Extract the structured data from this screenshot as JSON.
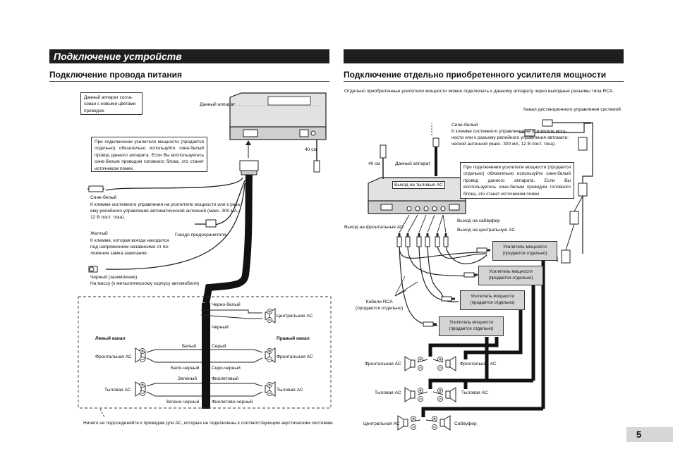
{
  "left": {
    "section_title": "Подключение устройств",
    "subtitle": "Подключение провода питания",
    "note_colors": "Данный аппарат согла-\nсован с новыми цветами\nпроводов.",
    "unit_label": "Данный аппарат",
    "cm40": "40 см",
    "note_amp": "При подключении усилителя мощности (продается отдельно) обязательно используйте сине-белый провод данного аппарата. Если Вы воспользуетесь сине-белым проводом головного блока, это станет источником помех.",
    "blue_white_title": "Сине-белый",
    "blue_white_text": "К клемме системного управления на усилителе мощности или к разъ-\nему релейного управления автоматической антенной (макс. 300 мА,\n12 В пост. тока).",
    "fuse_label": "Гнездо предохранителя",
    "yellow_title": "Желтый",
    "yellow_text": "К клемме, которая всегда находится\nпод напряжением независимо от по-\nложения замка зажигания.",
    "ground_title": "Черный (заземление)",
    "ground_text": "На массу (к металлическому корпусу автомобиля)",
    "wires": {
      "black_white": "Черно-белый",
      "black": "Черный",
      "white": "Белый",
      "gray": "Серый",
      "white_black": "Бело-черный",
      "gray_black": "Серо-черный",
      "green": "Зеленый",
      "violet": "Фиолетовый",
      "green_black": "Зелено-черный",
      "violet_black": "Фиолетово-черный"
    },
    "speakers": {
      "center": "Центральная АС",
      "left_channel": "Левый канал",
      "right_channel": "Правый канал",
      "front_left": "Фронтальная АС",
      "front_right": "Фронтальная АС",
      "rear_left": "Тыловая АС",
      "rear_right": "Тыловая АС"
    },
    "footer_note": "Ничего не подсоединяйте к проводам для АС, которые не подключены к соответствующим акустическим системам."
  },
  "right": {
    "subtitle": "Подключение отдельно приобретенного усилителя мощности",
    "intro": "Отдельно приобретенные усилители мощности можно подключать к данному аппарату через выходные разъемы типа RCA.",
    "remote_channel": "Канал дистанционного управления системой",
    "blue_white_title": "Сине-белый",
    "blue_white_text": "К клемме системного управления на усилителе мощ-\nности или к разъему релейного управления автомати-\nческой антенной (макс. 300 мА, 12 В пост. тока).",
    "cm40": "40 см",
    "unit_label": "Данный аппарат",
    "rear_out": "Выход на тыловые АС",
    "note_amp": "При подключении усилителя мощности (продается отдельно) обязательно используйте сине-белый провод данного аппарата. Если Вы воспользуетесь сине-белым проводом головного блока, это станет источником помех.",
    "sub_out": "Выход на сабвуфер",
    "center_out": "Выход на центральную АС",
    "front_out": "Выход на фронтальные АС",
    "amp_label": "Усилитель мощности\n(продается отдельно)",
    "rca_cables": "Кабели RCA\n(продаются отдельно)",
    "front_l": "Фронтальная АС",
    "front_r": "Фронтальная АС",
    "rear_l": "Тыловая АС",
    "rear_r": "Тыловая АС",
    "center": "Центральная АС",
    "subwoofer": "Сабвуфер"
  },
  "page_number": "5"
}
